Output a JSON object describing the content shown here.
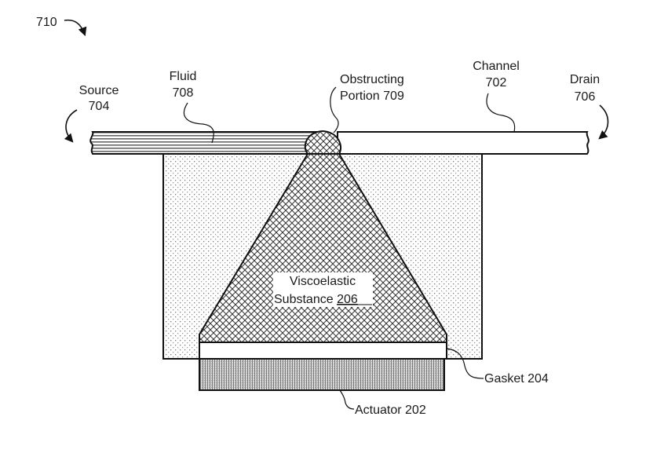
{
  "figure": {
    "reference": "710"
  },
  "labels": {
    "source": {
      "line1": "Source",
      "line2": "704"
    },
    "fluid": {
      "line1": "Fluid",
      "line2": "708"
    },
    "obstructing": {
      "line1": "Obstructing",
      "line2": "Portion 709"
    },
    "channel": {
      "line1": "Channel",
      "line2": "702"
    },
    "drain": {
      "line1": "Drain",
      "line2": "706"
    },
    "viscoelastic": {
      "line1": "Viscoelastic",
      "line2_text": "Substance ",
      "line2_num": "206"
    },
    "gasket": "Gasket 204",
    "actuator": "Actuator 202"
  },
  "colors": {
    "stroke": "#111111",
    "fill_white": "#ffffff",
    "fluid_lines": "#555555",
    "dots": "#888888",
    "actuator": "#999999"
  }
}
